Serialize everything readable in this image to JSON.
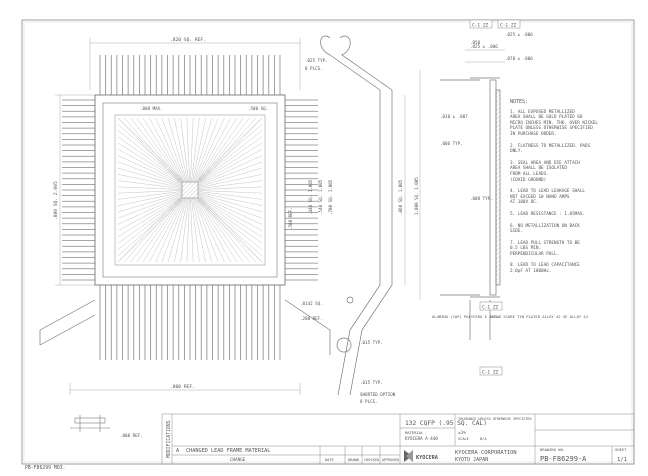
{
  "drawing": {
    "dims_top": [
      ".820 SQ. REF.",
      ".025 TYP.",
      ".008 MAX.",
      ".500 SQ.",
      "8 PLCS."
    ],
    "dims_left": [
      ".800 SQ. 2.005",
      ".500 REF."
    ],
    "dims_mid": [
      ".860 SQ. 1.005",
      ".440 SQ. 1.005",
      ".540 SQ. 1.005",
      ".700 SQ. 1.005",
      "1.000 SQ. 1.005"
    ],
    "dims_bottom": [
      ".0142 SQ.",
      ".200 REF.",
      ".800 REF.",
      ".008 REF.",
      ".015 TYP.",
      ".015 TYP.",
      "SHORTED OPTION",
      "8 PLCS."
    ],
    "dims_side": [
      ".050",
      ".025 ± .006",
      ".025 ± .006",
      ".070 ± .006",
      ".010 ± .007",
      ".006 TYP.",
      ".008 TYP."
    ],
    "leader_notes": [
      "ALUMINA (CAP) POLYCERA E 4MIL",
      "LEAD SCORE TIN PLATED ALLOY 42 SE ALLOY 42"
    ],
    "datum_flags": [
      "C-1 ZZ",
      "C-1 ZZ",
      "C-1 ZZ",
      "C-1 ZZ"
    ],
    "side_code": "PB-F86299 MO3."
  },
  "notes": {
    "heading": "NOTES:",
    "items": [
      "1. ALL EXPOSED METALLIZED\n   AREA SHALL BE GOLD PLATED 60\n   MICRO INCHES MIN. THK. OVER NICKEL\n   PLATE UNLESS OTHERWISE SPECIFIED\n   IN PURCHASE ORDER.",
      "2. FLATNESS TO METALLIZED. PADS\n   ONLY.",
      "3. SEAL AREA AND DIE ATTACH\n   AREA SHALL BE ISOLATED\n   FROM ALL LEADS.\n   (COVID GROUND)",
      "4. LEAD TO LEAD LEAKAGE SHALL\n   NOT EXCEED 10 NANO AMPS\n   AT 100V DC.",
      "5. LEAD RESISTANCE : 1.05MAX.",
      "6. NO METALLIZATION ON BACK\n   SIDE.",
      "7. LEAD PULL STRENGTH TO BE\n   0.5 LBS MIN.\n   PERPENDICULAR PULL.",
      "8. LEAD TO LEAD CAPACITANCE\n   2.0pF AT 1000Hz."
    ]
  },
  "title_block": {
    "modifications_label": "MODIFICATIONS",
    "revision_mark": "A",
    "revision_text": "CHANGED LEAD FRAME MATERIAL",
    "change_label": "CHANGE",
    "sig_cols": [
      "DATE",
      "DRAWN",
      "CHECKED",
      "APPROVED"
    ],
    "product_title": "132 CQFP (.95 SQ. CAL)",
    "material_label": "MATERIAL",
    "material_value": "KYOCERA A-440",
    "scale_label": "SCALE",
    "scale_value": "N/A",
    "tolerance_label": "TOLERANCE UNLESS OTHERWISE SPECIFIED",
    "tolerance_value": "±1%",
    "company_name": "KYOCERA CORPORATION",
    "company_location": "KYOTO JAPAN",
    "logo_text": "KYOCERA",
    "drawing_no_label": "DRAWING NO.",
    "drawing_no": "PB-F86299-A",
    "sheet_label": "SHEET",
    "sheet_value": "1/1"
  }
}
